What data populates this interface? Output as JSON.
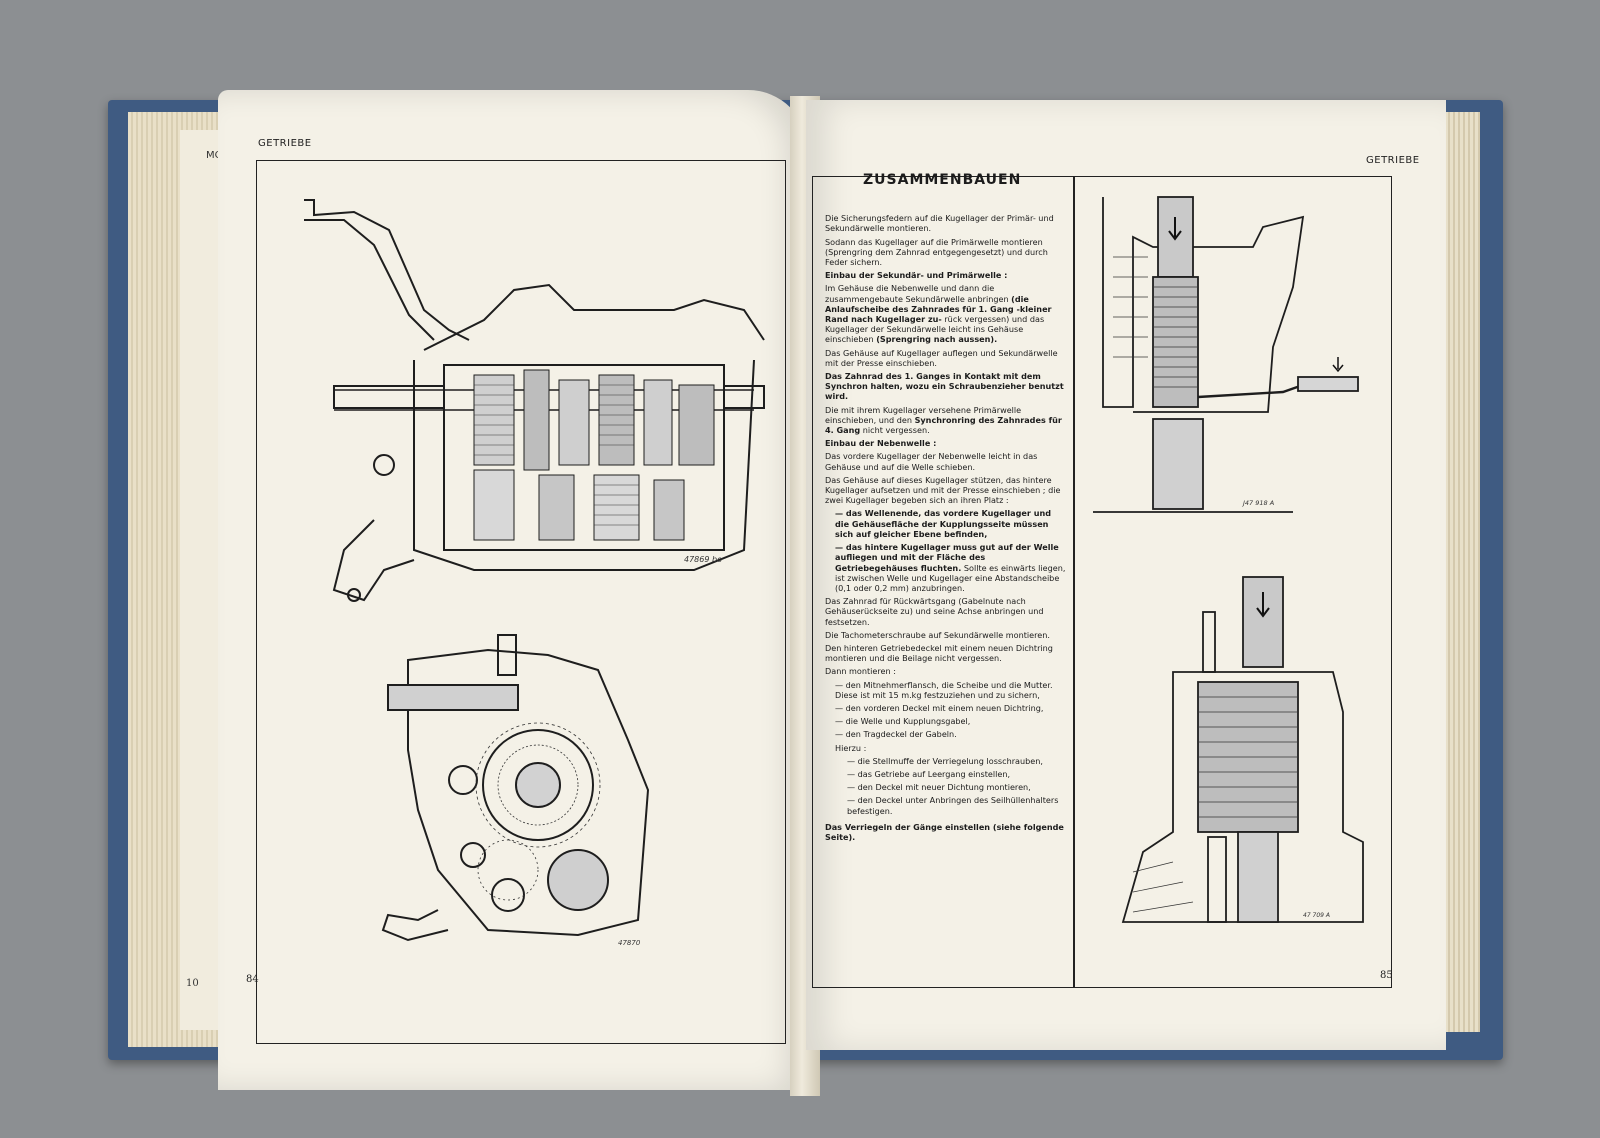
{
  "left_page": {
    "running_head": "GETRIEBE",
    "page_number": "84",
    "figure1_ref": "47869 bo",
    "figure2_ref": "47870",
    "back_page_label": "MO",
    "back_page_number": "10"
  },
  "right_page": {
    "running_head": "GETRIEBE",
    "page_number": "85",
    "title": "ZUSAMMENBAUEN",
    "figure1_ref": "J47 918 A",
    "figure2_ref": "47 709 A",
    "paragraphs": [
      "Die Sicherungsfedern auf die Kugellager der Primär- und Sekundärwelle montieren.",
      "Sodann das Kugellager auf die Primärwelle montieren (Sprengring dem Zahnrad entgegengesetzt) und durch Feder sichern."
    ],
    "h_sekundaer": "Einbau der Sekundär- und Primärwelle :",
    "p_sekundaer_1": "Im Gehäuse die Nebenwelle und dann die zusammengebaute Sekundärwelle anbringen",
    "p_sekundaer_2": "(die Anlaufscheibe des Zahnrades für 1. Gang -kleiner Rand nach Kugellager zu-",
    "p_sekundaer_3": "rück vergessen) und das Kugellager der Sekundärwelle leicht ins Gehäuse einschieben",
    "p_sekundaer_4": "(Sprengring nach aussen).",
    "p_gehaeuse": "Das Gehäuse auf Kugellager auflegen und Sekundärwelle mit der Presse einschieben.",
    "p_zahnrad_bold": "Das Zahnrad des 1. Ganges in Kontakt mit dem Synchron halten, wozu ein Schraubenzieher benutzt wird.",
    "p_primaer_1": "Die mit ihrem Kugellager versehene Primärwelle einschieben, und den",
    "p_primaer_bold": "Synchronring des Zahnrades für 4. Gang",
    "p_primaer_2": "nicht vergessen.",
    "h_neben": "Einbau der Nebenwelle :",
    "p_neben_1": "Das vordere Kugellager der Nebenwelle leicht in das Gehäuse und auf die Welle schieben.",
    "p_neben_2": "Das Gehäuse auf dieses Kugellager stützen, das hintere Kugellager aufsetzen und mit der Presse einschieben ; die zwei Kugellager begeben sich an ihren Platz :",
    "bullet_1": "— das Wellenende, das vordere Kugellager und die Gehäusefläche der Kupplungsseite müssen sich auf gleicher Ebene befinden,",
    "bullet_2_bold": "— das hintere Kugellager muss gut auf der Welle aufliegen und mit der Fläche des Getriebegehäuses fluchten.",
    "bullet_2_rest": "Sollte es einwärts liegen, ist zwischen Welle und Kugellager eine Abstandscheibe (0,1 oder 0,2 mm) anzubringen.",
    "p_rueck": "Das Zahnrad für Rückwärtsgang (Gabelnute nach Gehäuserückseite zu) und seine Achse anbringen und festsetzen.",
    "p_tacho": "Die Tachometerschraube auf Sekundärwelle montieren.",
    "p_deckel": "Den hinteren Getriebedeckel mit einem neuen Dichtring montieren und die Beilage nicht vergessen.",
    "p_dann": "Dann montieren :",
    "list_1": "— den Mitnehmerflansch, die Scheibe und die Mutter. Diese ist mit 15 m.kg festzuziehen und zu sichern,",
    "list_2": "— den vorderen Deckel mit einem neuen Dichtring,",
    "list_3": "— die Welle und Kupplungsgabel,",
    "list_4": "— den Tragdeckel der Gabeln.",
    "p_hierzu": "Hierzu :",
    "sub_1": "— die Stellmuffe der Verriegelung losschrauben,",
    "sub_2": "— das Getriebe auf Leergang einstellen,",
    "sub_3": "— den Deckel mit neuer Dichtung montieren,",
    "sub_4": "— den Deckel unter Anbringen des Seilhüllenhalters befestigen.",
    "p_final": "Das Verriegeln der Gänge einstellen (siehe folgende Seite)."
  },
  "colors": {
    "background": "#8c8f92",
    "cover": "#3f5b82",
    "paper": "#f4f1e7",
    "ink": "#1c1c1c"
  }
}
